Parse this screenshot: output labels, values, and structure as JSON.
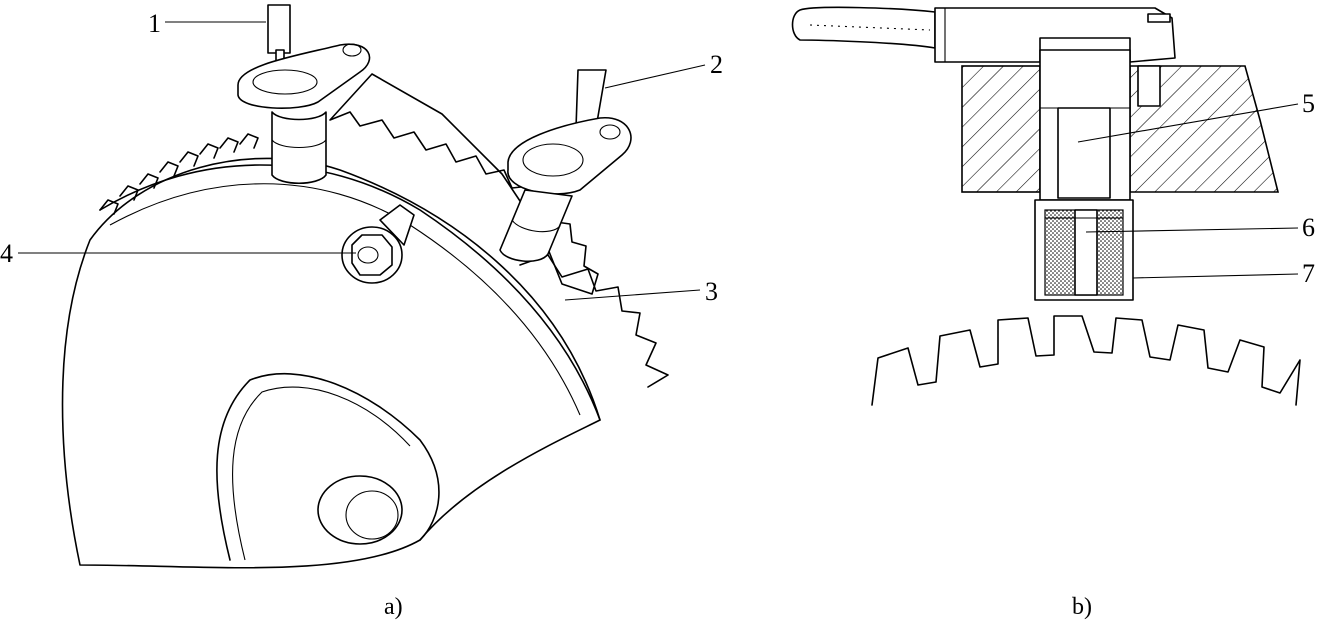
{
  "panels": [
    {
      "id": "a",
      "caption": "a)"
    },
    {
      "id": "b",
      "caption": "b)"
    }
  ],
  "labels": {
    "l1": "1",
    "l2": "2",
    "l3": "3",
    "l4": "4",
    "l5": "5",
    "l6": "6",
    "l7": "7"
  }
}
